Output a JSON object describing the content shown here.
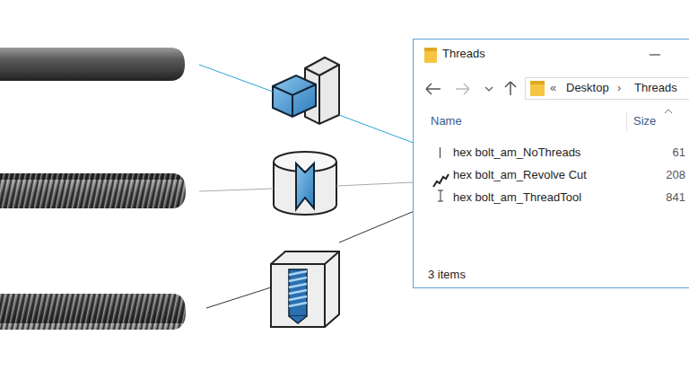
{
  "diagram": {
    "nodes": [
      {
        "text": [
          "Threads",
          "«",
          "Desktop",
          "›",
          "Threads",
          "Name",
          "Size",
          "3 items"
        ]
      },
      {
        "text": [
          "hex bolt_am_NoThreads",
          "61"
        ],
        "in": 0
      },
      {
        "text": [
          "hex bolt_am_Revolve Cut",
          "208"
        ],
        "in": 0
      },
      {
        "text": [
          "hex bolt_am_ThreadTool",
          "841"
        ],
        "in": 0
      }
    ]
  }
}
